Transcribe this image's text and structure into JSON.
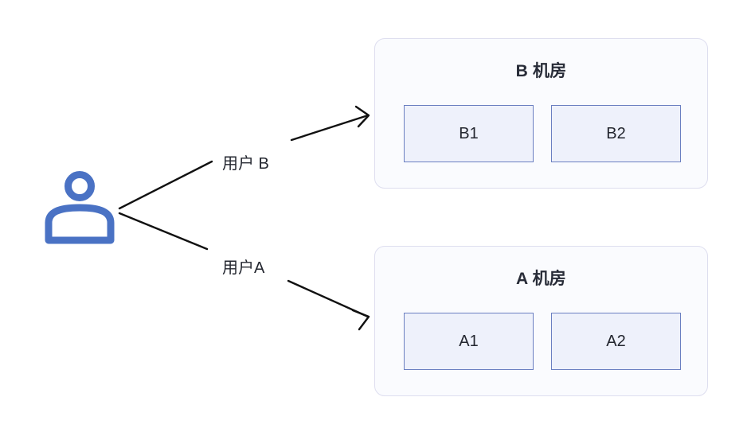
{
  "diagram": {
    "title": "",
    "background": "#ffffff",
    "actor": {
      "icon": "user-icon",
      "color": "#4a72c4"
    },
    "edges": [
      {
        "id": "edge-user-b",
        "label": "用户 B",
        "from": "user-actor",
        "to": "room-b",
        "color": "#111111",
        "arrowhead": "open"
      },
      {
        "id": "edge-user-a",
        "label": "用户A",
        "from": "user-actor",
        "to": "room-a",
        "color": "#111111",
        "arrowhead": "open"
      }
    ],
    "rooms": [
      {
        "id": "room-b",
        "title": "B 机房",
        "border_color": "#dedeef",
        "fill": "#fafbfe",
        "nodes": [
          {
            "id": "node-b1",
            "label": "B1"
          },
          {
            "id": "node-b2",
            "label": "B2"
          }
        ]
      },
      {
        "id": "room-a",
        "title": "A 机房",
        "border_color": "#dedeef",
        "fill": "#fafbfe",
        "nodes": [
          {
            "id": "node-a1",
            "label": "A1"
          },
          {
            "id": "node-a2",
            "label": "A2"
          }
        ]
      }
    ],
    "node_style": {
      "fill": "#eef1fb",
      "border_color": "#6a7fc1"
    }
  }
}
